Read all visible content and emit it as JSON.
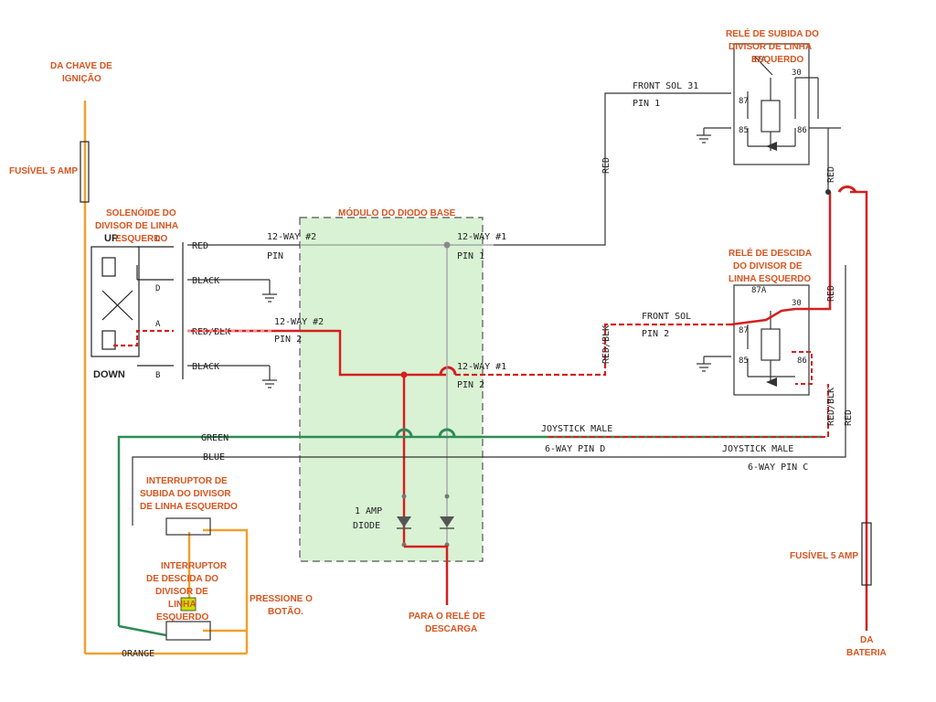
{
  "labels": {
    "ignition_source": [
      "DA CHAVE DE",
      "IGNIÇÃO"
    ],
    "fuse_left": "FUSÍVEL 5  AMP",
    "fuse_right": "FUSÍVEL 5  AMP",
    "solenoid": [
      "SOLENÓIDE DO",
      "DIVISOR DE LINHA",
      "ESQUERDO"
    ],
    "diode_module": "MÓDULO DO DIODO BASE",
    "relay_up": [
      "RELÉ DE SUBIDA DO",
      "DIVISOR DE LINHA",
      "ESQUERDO"
    ],
    "relay_down": [
      "RELÉ DE DESCIDA",
      "DO DIVISOR DE",
      "LINHA ESQUERDO"
    ],
    "switch_up": [
      "INTERRUPTOR DE",
      "SUBIDA DO DIVISOR",
      "DE LINHA ESQUERDO"
    ],
    "switch_down": [
      "INTERRUPTOR",
      "DE DESCIDA DO",
      "DIVISOR DE",
      "LINHA",
      "ESQUERDO"
    ],
    "press_button": [
      "PRESSIONE O",
      "BOTÃO."
    ],
    "dump_relay": [
      "PARA O RELÉ DE",
      "DESCARGA"
    ],
    "battery": [
      "DA",
      "BATERIA"
    ]
  },
  "solenoid_pins": {
    "up": "UP",
    "down": "DOWN",
    "pin_c": "C",
    "pin_d": "D",
    "pin_a": "A",
    "pin_b": "B"
  },
  "wires": {
    "red": "RED",
    "black1": "BLACK",
    "red_blk": "RED/BLK",
    "black2": "BLACK",
    "green": "GREEN",
    "blue": "BLUE",
    "orange": "ORANGE",
    "red_vertical_up": "RED",
    "red_vertical_right": "RED",
    "red_vertical_right2": "RED",
    "red_vertical_right3": "RED",
    "red_blk_vertical": "RED/BLK",
    "red_blk_vertical2": "RED/BLK"
  },
  "connectors": {
    "way12_2_top": "12-WAY #2",
    "pin_top": "PIN",
    "way12_1_top": "12-WAY #1",
    "pin1": "PIN 1",
    "way12_2_mid": "12-WAY #2",
    "pin2_mid": "PIN 2",
    "way12_1_mid": "12-WAY #1",
    "pin2_right": "PIN 2",
    "front_sol_31": "FRONT SOL 31",
    "pin1_up": "PIN 1",
    "front_sol": "FRONT SOL",
    "pin2_down": "PIN 2",
    "joystick_male1": "JOYSTICK MALE",
    "six_way_d": "6-WAY PIN D",
    "joystick_male2": "JOYSTICK MALE",
    "six_way_c": "6-WAY PIN C",
    "diode": [
      "1 AMP",
      "DIODE"
    ]
  },
  "relay_terminals": {
    "up": {
      "t87a": "87A",
      "t30": "30",
      "t87": "87",
      "t85": "85",
      "t86": "86"
    },
    "down": {
      "t87a": "87A",
      "t30": "30",
      "t87": "87",
      "t85": "85",
      "t86": "86"
    }
  },
  "colors": {
    "label": "#d9541e",
    "red_wire": "#d42020",
    "green_wire": "#2e8b57",
    "orange_wire": "#f0a030",
    "module_fill": "#d9f2d4",
    "dark_line": "#333333"
  }
}
